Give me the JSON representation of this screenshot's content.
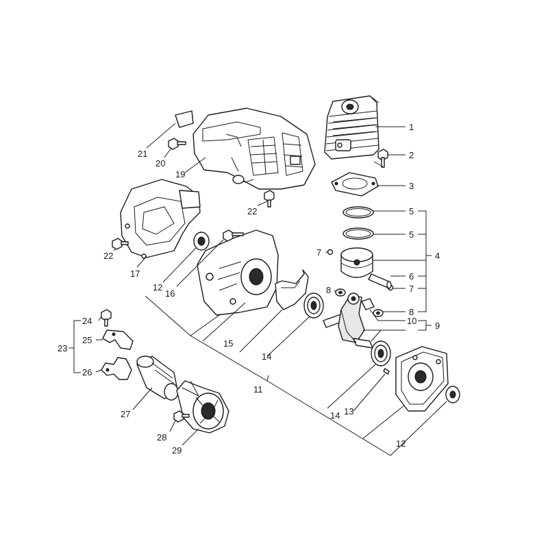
{
  "callouts": {
    "c1": "1",
    "c2": "2",
    "c3": "3",
    "c4": "4",
    "c5a": "5",
    "c5b": "5",
    "c6": "6",
    "c7a": "7",
    "c7b": "7",
    "c8a": "8",
    "c8b": "8",
    "c9": "9",
    "c10": "10",
    "c11": "11",
    "c12a": "12",
    "c12b": "12",
    "c13": "13",
    "c14a": "14",
    "c14b": "14",
    "c15": "15",
    "c16": "16",
    "c17": "17",
    "c19": "19",
    "c20": "20",
    "c21": "21",
    "c22a": "22",
    "c22b": "22",
    "c23": "23",
    "c24": "24",
    "c25": "25",
    "c26": "26",
    "c27": "27",
    "c28": "28",
    "c29": "29"
  }
}
